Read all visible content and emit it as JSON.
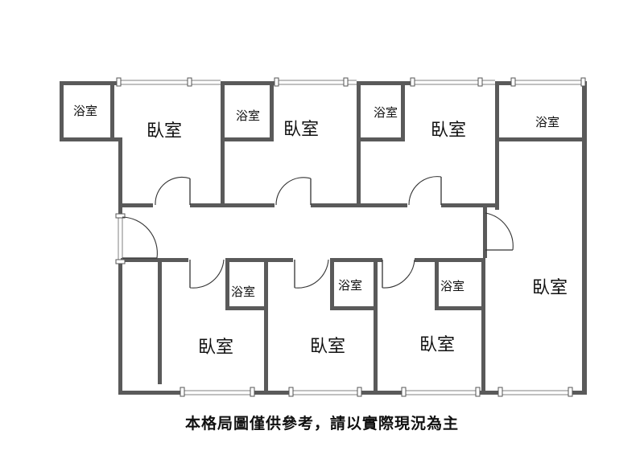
{
  "plan": {
    "bedroom_label": "臥室",
    "bathroom_label": "浴室",
    "caption": "本格局圖僅供參考，請以實際現況為主"
  }
}
